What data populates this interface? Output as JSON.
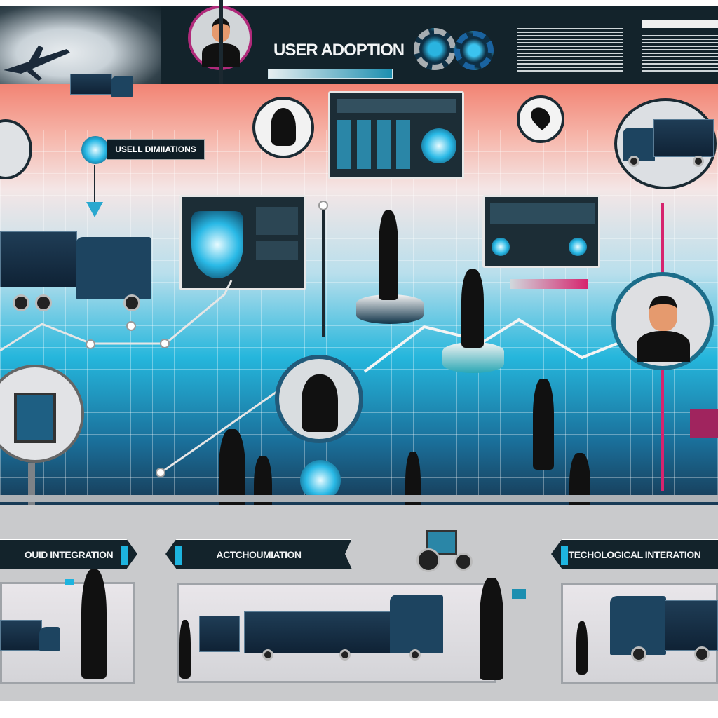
{
  "header": {
    "title": "USER ADOPTION",
    "progress": 0.9
  },
  "callout": {
    "label": "USELL DIMIIATIONS"
  },
  "stages": [
    {
      "label": "OUID INTEGRATION"
    },
    {
      "label": "ACTCHOUMIATION"
    },
    {
      "label": "TECHOLOGICAL INTERATION"
    }
  ],
  "colors": {
    "header_bg": "#13232b",
    "accent_cyan": "#1db4df",
    "accent_magenta": "#d6246e",
    "salmon": "#f28474",
    "bottom_bg": "#c9cacc"
  },
  "icons": [
    "airplane-icon",
    "gear-icon",
    "person-avatar-icon",
    "shield-icon",
    "location-pin-icon",
    "tablet-icon",
    "tractor-icon",
    "truck-icon",
    "wifi-icon"
  ]
}
